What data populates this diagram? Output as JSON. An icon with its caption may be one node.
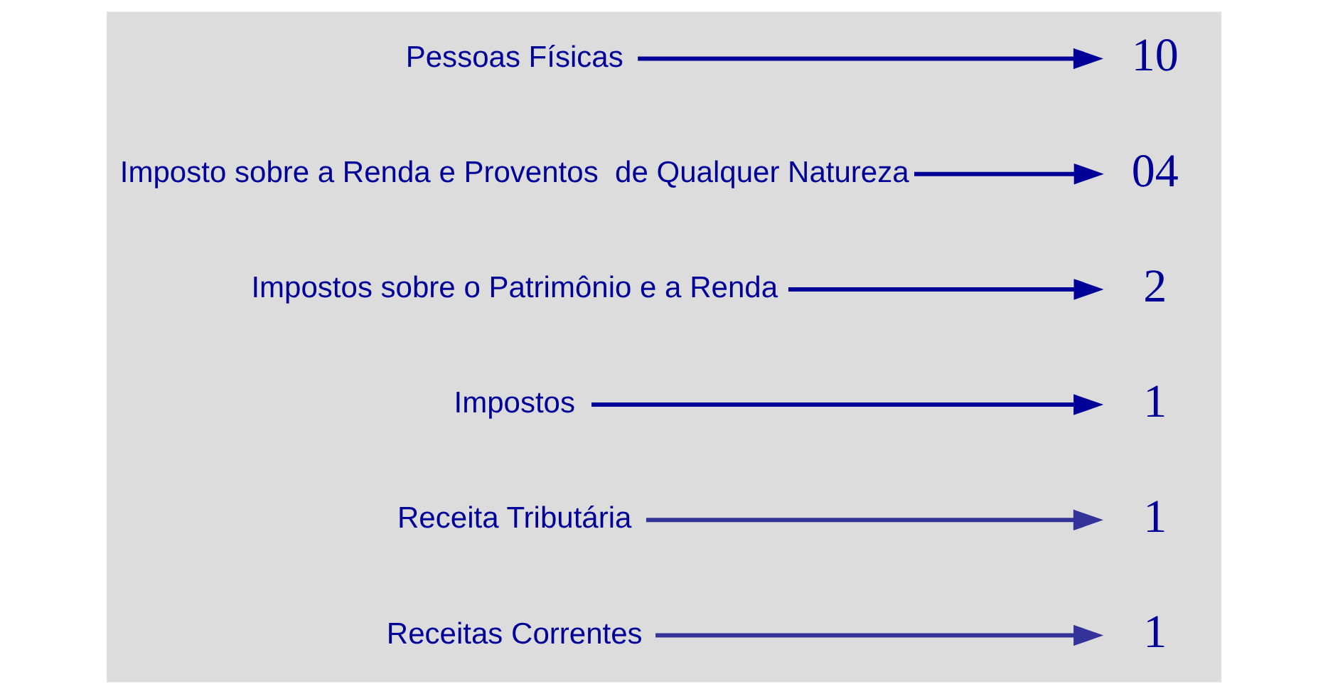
{
  "diagram": {
    "nodes": [
      {
        "text": [
          "1"
        ]
      },
      {
        "text": [
          "1"
        ]
      },
      {
        "text": [
          "1"
        ]
      },
      {
        "text": [
          "2"
        ]
      },
      {
        "text": [
          "04"
        ]
      },
      {
        "text": [
          "10"
        ]
      },
      {
        "text": [
          "Receitas Correntes"
        ]
      },
      {
        "text": [
          "Receita Tributária"
        ]
      },
      {
        "text": [
          "Impostos"
        ]
      },
      {
        "text": [
          "Impostos sobre o Patrimônio e a Renda"
        ]
      },
      {
        "text": [
          "Imposto sobre a Renda e Proventos  de Qualquer Natureza"
        ]
      },
      {
        "text": [
          "Pessoas Físicas"
        ]
      }
    ],
    "edges": [
      {
        "from": 6,
        "to": 0,
        "arrow": "to",
        "color": "#333399"
      },
      {
        "from": 7,
        "to": 1,
        "arrow": "to",
        "color": "#333399"
      },
      {
        "from": 8,
        "to": 2,
        "arrow": "to"
      },
      {
        "from": 9,
        "to": 3,
        "arrow": "to"
      },
      {
        "from": 10,
        "to": 4,
        "arrow": "to"
      },
      {
        "from": 11,
        "to": 5,
        "arrow": "to"
      }
    ]
  }
}
